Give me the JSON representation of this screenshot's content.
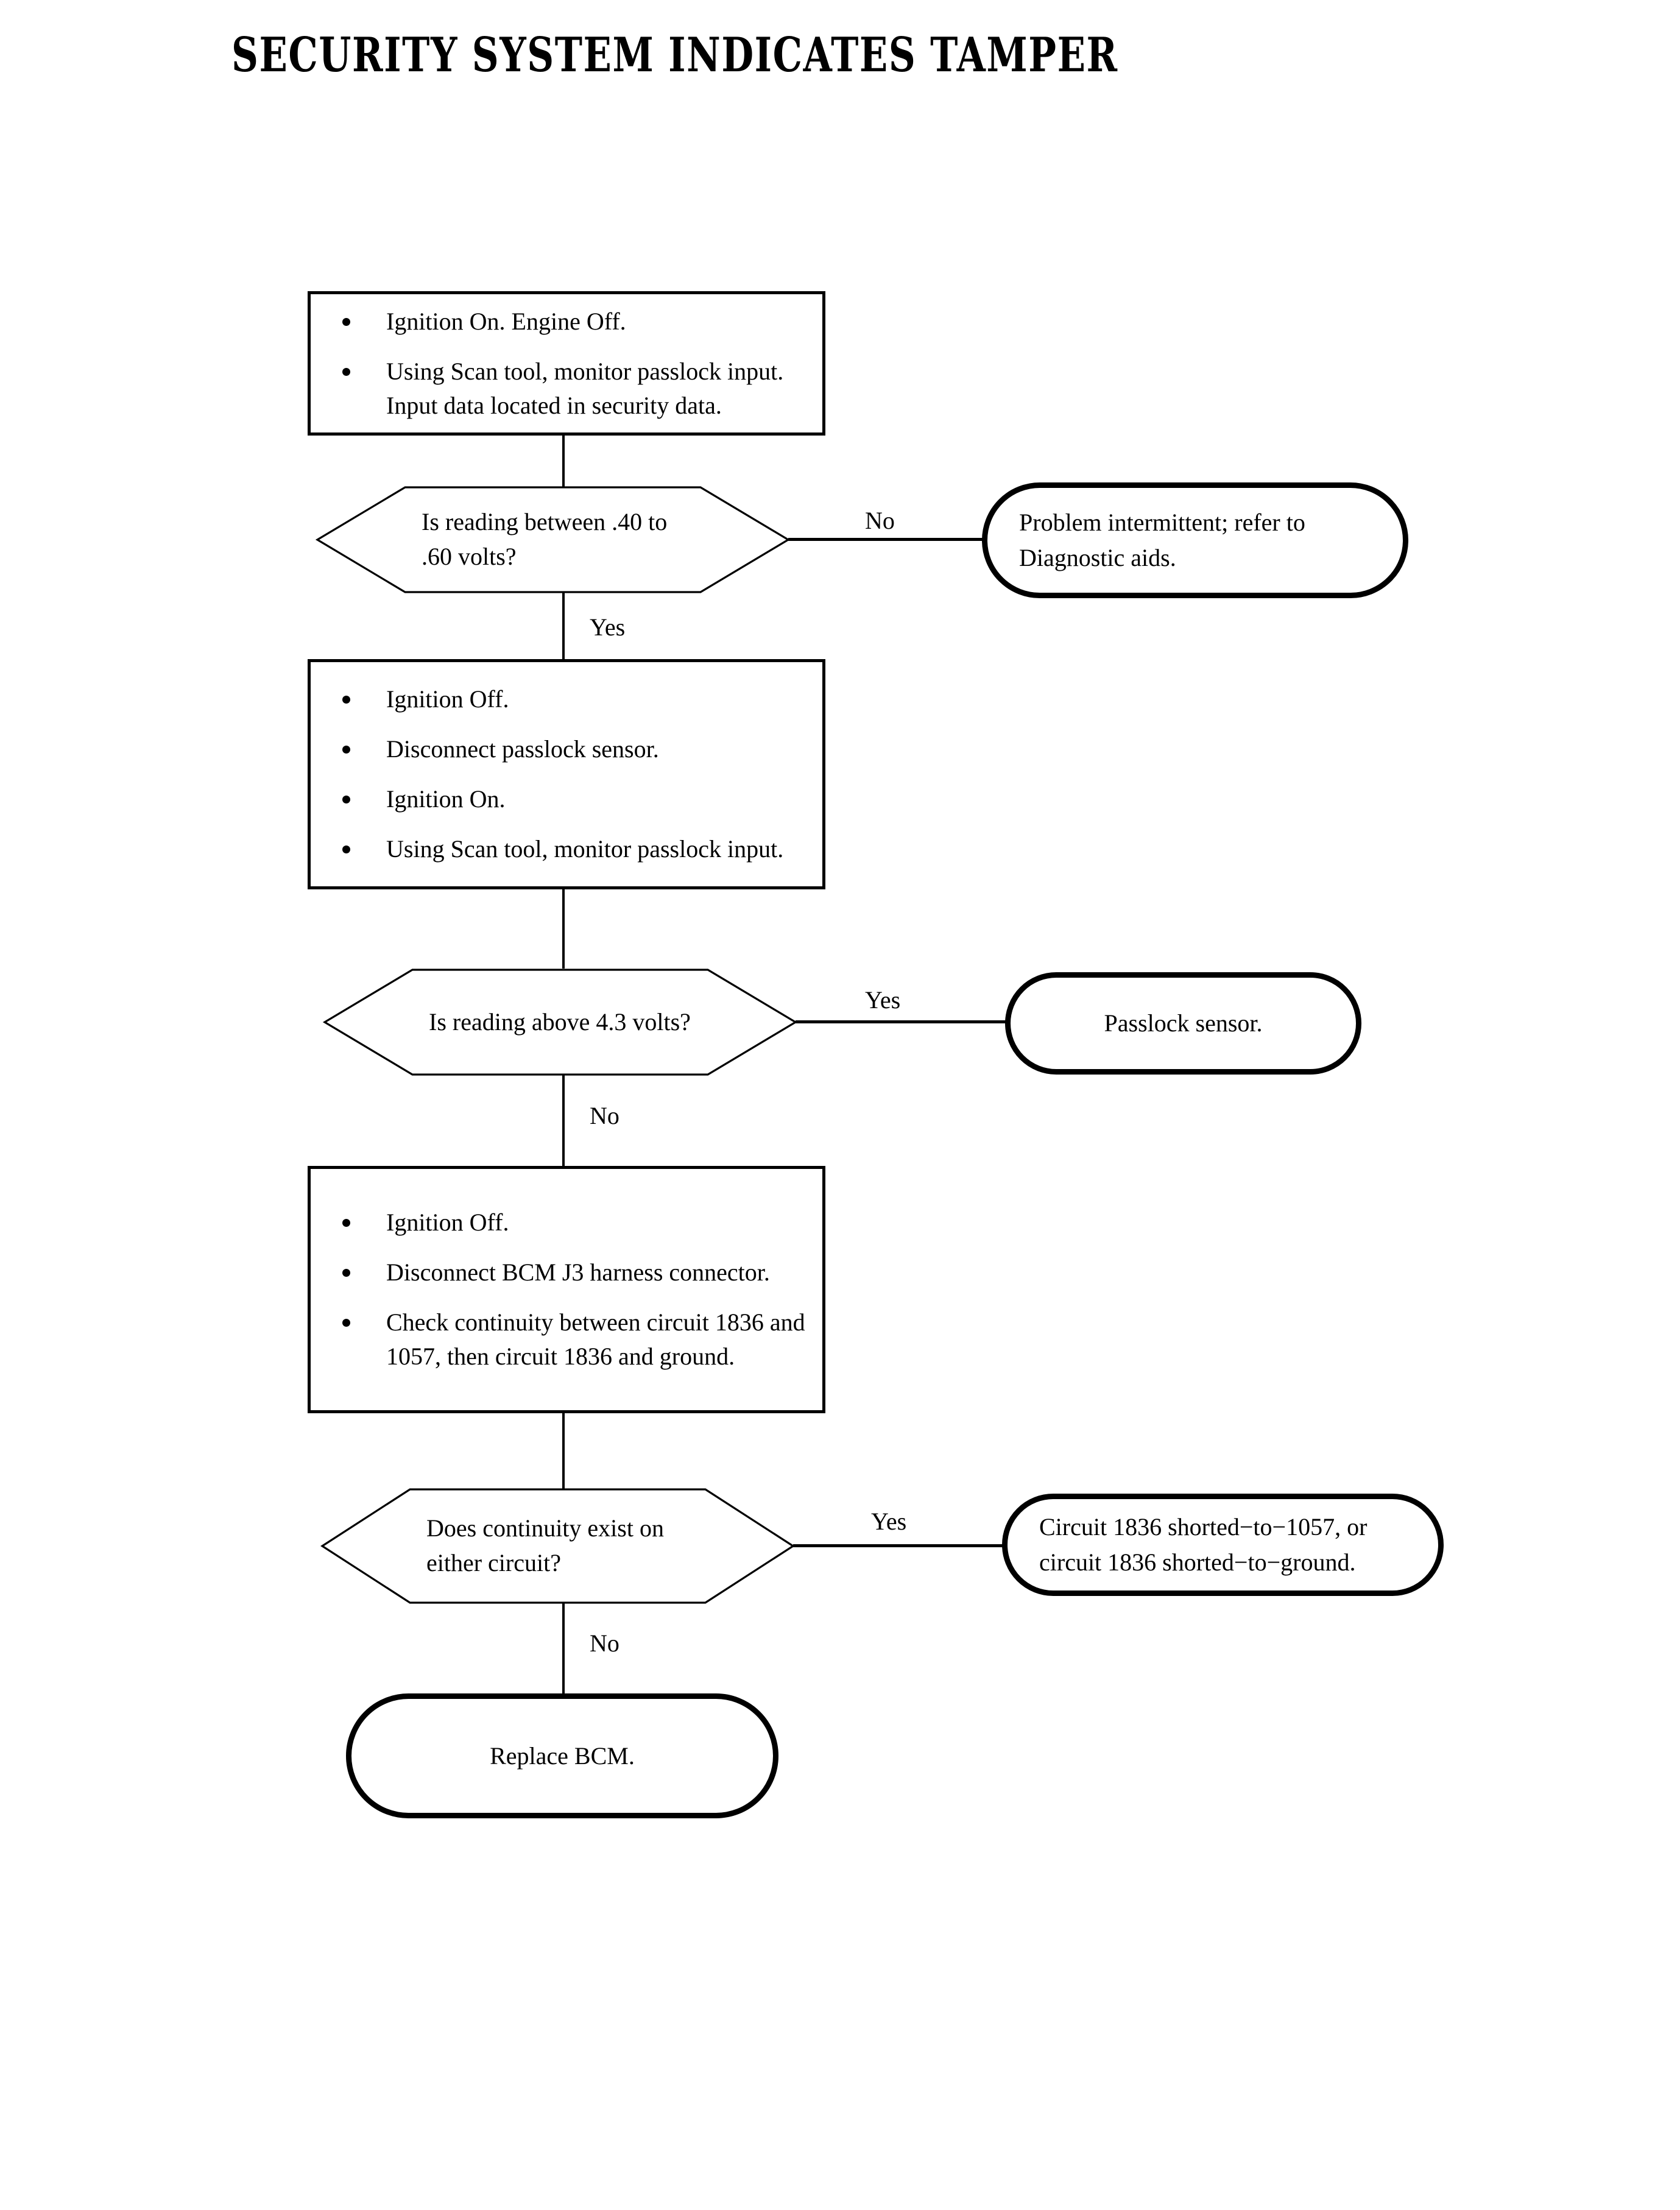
{
  "title": "SECURITY SYSTEM INDICATES TAMPER",
  "colors": {
    "ink": "#000000",
    "background": "#ffffff"
  },
  "flowchart": {
    "type": "flowchart",
    "orientation": "top-to-bottom",
    "nodes": [
      {
        "id": "step1",
        "shape": "process",
        "bullets": [
          "Ignition On. Engine Off.",
          "Using Scan tool, monitor passlock input. Input data located in security data."
        ]
      },
      {
        "id": "decision1",
        "shape": "decision",
        "text": "Is reading between .40 to .60 volts?",
        "branches": {
          "no": "result1",
          "yes": "step2"
        }
      },
      {
        "id": "result1",
        "shape": "terminator",
        "text": "Problem intermittent; refer to Diagnostic aids."
      },
      {
        "id": "step2",
        "shape": "process",
        "bullets": [
          "Ignition Off.",
          "Disconnect passlock sensor.",
          "Ignition On.",
          "Using Scan tool, monitor passlock input."
        ]
      },
      {
        "id": "decision2",
        "shape": "decision",
        "text": "Is reading above 4.3 volts?",
        "branches": {
          "yes": "result2",
          "no": "step3"
        }
      },
      {
        "id": "result2",
        "shape": "terminator",
        "text": "Passlock sensor."
      },
      {
        "id": "step3",
        "shape": "process",
        "bullets": [
          "Ignition Off.",
          "Disconnect BCM J3 harness connector.",
          "Check continuity between circuit 1836 and 1057, then circuit 1836 and ground."
        ]
      },
      {
        "id": "decision3",
        "shape": "decision",
        "text": "Does continuity exist on either circuit?",
        "branches": {
          "yes": "result3",
          "no": "result4"
        }
      },
      {
        "id": "result3",
        "shape": "terminator",
        "text": "Circuit 1836 shorted−to−1057, or circuit 1836 shorted−to−ground."
      },
      {
        "id": "result4",
        "shape": "terminator",
        "text": "Replace BCM."
      }
    ],
    "edge_labels": {
      "d1_no": "No",
      "d1_yes": "Yes",
      "d2_yes": "Yes",
      "d2_no": "No",
      "d3_yes": "Yes",
      "d3_no": "No"
    }
  },
  "step1": {
    "bullet1": "Ignition On. Engine Off.",
    "bullet2": "Using Scan tool, monitor passlock input. Input data located in security data."
  },
  "decision1": {
    "text": "Is reading between .40 to .60 volts?"
  },
  "result1": {
    "text": "Problem intermittent; refer to Diagnostic aids."
  },
  "step2": {
    "bullet1": "Ignition Off.",
    "bullet2": "Disconnect passlock sensor.",
    "bullet3": "Ignition On.",
    "bullet4": "Using Scan tool, monitor passlock input."
  },
  "decision2": {
    "text": "Is reading above 4.3 volts?"
  },
  "result2": {
    "text": "Passlock sensor."
  },
  "step3": {
    "bullet1": "Ignition Off.",
    "bullet2": "Disconnect BCM J3 harness connector.",
    "bullet3": "Check continuity between circuit 1836 and 1057, then circuit 1836 and ground."
  },
  "decision3": {
    "text": "Does continuity exist on either circuit?"
  },
  "result3": {
    "text": "Circuit 1836 shorted−to−1057, or circuit 1836 shorted−to−ground."
  },
  "result4": {
    "text": "Replace BCM."
  },
  "labels": {
    "d1_no": "No",
    "d1_yes": "Yes",
    "d2_yes": "Yes",
    "d2_no": "No",
    "d3_yes": "Yes",
    "d3_no": "No"
  }
}
